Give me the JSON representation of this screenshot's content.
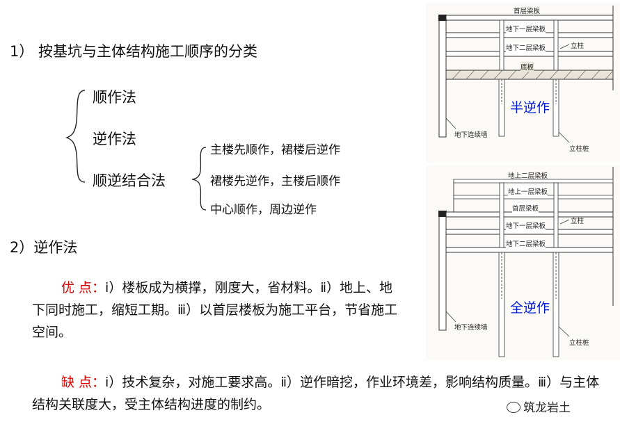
{
  "heading1": "1） 按基坑与主体结构施工顺序的分类",
  "classes": {
    "shunzuo": "顺作法",
    "nizuo": "逆作法",
    "shunni": "顺逆结合法"
  },
  "subclasses": [
    "主楼先顺作，裙楼后逆作",
    "裙楼先逆作，主楼后顺作",
    "中心顺作，周边逆作"
  ],
  "heading2": "2）逆作法",
  "advantages": {
    "label": "优 点：",
    "text": "ⅰ）楼板成为横撑，刚度大，省材料。ⅱ）地上、地下同时施工，缩短工期。ⅲ）以首层楼板为施工平台，节省施工空间。"
  },
  "disadvantages": {
    "label": "缺 点：",
    "text": "ⅰ）技术复杂，对施工要求高。ⅱ）逆作暗挖，作业环境差，影响结构质量。ⅲ）与主体结构关联度大，受主体结构进度的制约。"
  },
  "diagram_top": {
    "caption": "半逆作",
    "labels": [
      "首层梁板",
      "地下一层梁板",
      "地下二层梁板",
      "底板",
      "立柱",
      "地下连续墙",
      "立柱桩"
    ]
  },
  "diagram_bottom": {
    "caption": "全逆作",
    "labels": [
      "地上二层梁板",
      "地上一层梁板",
      "首层梁板",
      "地下一层梁板",
      "地下二层梁板",
      "立柱",
      "地下连续墙",
      "立柱桩"
    ]
  },
  "watermark": "筑龙岩土",
  "colors": {
    "advantage_label": "#d40000",
    "disadvantage_label": "#d40000",
    "caption": "#0019d6"
  }
}
